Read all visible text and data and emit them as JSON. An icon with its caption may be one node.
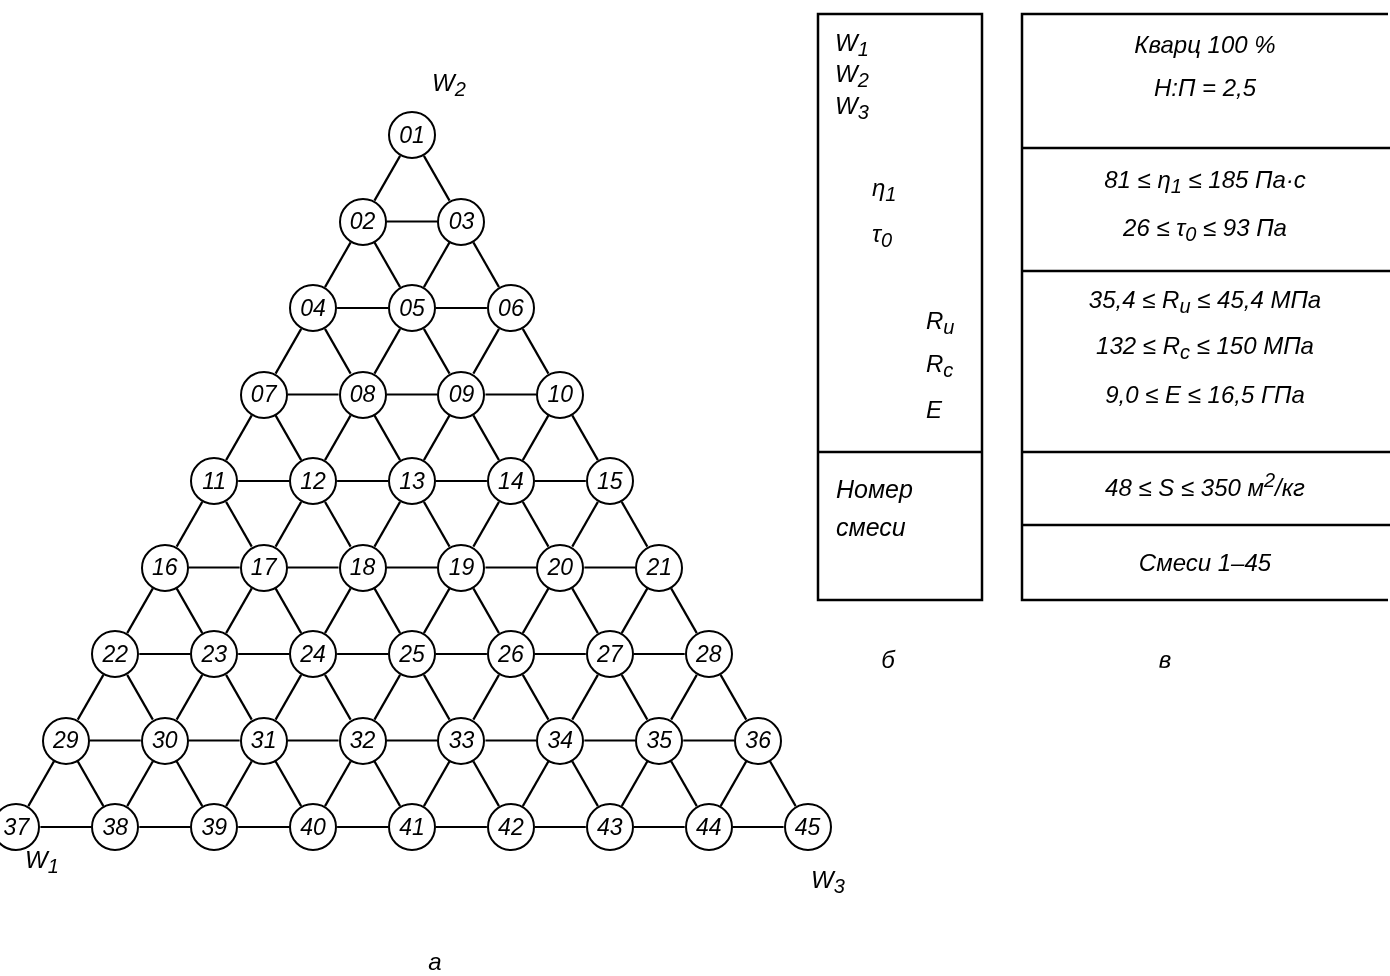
{
  "diagram": {
    "nodes": [
      {
        "text": [
          "01"
        ]
      },
      {
        "text": [
          "02"
        ]
      },
      {
        "text": [
          "03"
        ]
      },
      {
        "text": [
          "04"
        ]
      },
      {
        "text": [
          "05"
        ]
      },
      {
        "text": [
          "06"
        ]
      },
      {
        "text": [
          "07"
        ]
      },
      {
        "text": [
          "08"
        ]
      },
      {
        "text": [
          "09"
        ]
      },
      {
        "text": [
          "10"
        ]
      },
      {
        "text": [
          "11"
        ]
      },
      {
        "text": [
          "12"
        ]
      },
      {
        "text": [
          "13"
        ]
      },
      {
        "text": [
          "14"
        ]
      },
      {
        "text": [
          "15"
        ]
      },
      {
        "text": [
          "16"
        ]
      },
      {
        "text": [
          "17"
        ]
      },
      {
        "text": [
          "18"
        ]
      },
      {
        "text": [
          "19"
        ]
      },
      {
        "text": [
          "20"
        ]
      },
      {
        "text": [
          "21"
        ]
      },
      {
        "text": [
          "22"
        ]
      },
      {
        "text": [
          "23"
        ]
      },
      {
        "text": [
          "24"
        ]
      },
      {
        "text": [
          "25"
        ]
      },
      {
        "text": [
          "26"
        ]
      },
      {
        "text": [
          "27"
        ]
      },
      {
        "text": [
          "28"
        ]
      },
      {
        "text": [
          "29"
        ]
      },
      {
        "text": [
          "30"
        ]
      },
      {
        "text": [
          "31"
        ]
      },
      {
        "text": [
          "32"
        ]
      },
      {
        "text": [
          "33"
        ]
      },
      {
        "text": [
          "34"
        ]
      },
      {
        "text": [
          "35"
        ]
      },
      {
        "text": [
          "36"
        ]
      },
      {
        "text": [
          "37"
        ]
      },
      {
        "text": [
          "38"
        ]
      },
      {
        "text": [
          "39"
        ]
      },
      {
        "text": [
          "40"
        ]
      },
      {
        "text": [
          "41"
        ]
      },
      {
        "text": [
          "42"
        ]
      },
      {
        "text": [
          "43"
        ]
      },
      {
        "text": [
          "44"
        ]
      },
      {
        "text": [
          "45"
        ]
      }
    ],
    "edges": [
      {
        "from": 0,
        "to": 1,
        "arrow": "none"
      },
      {
        "from": 0,
        "to": 2,
        "arrow": "none"
      },
      {
        "from": 1,
        "to": 2,
        "arrow": "none"
      },
      {
        "from": 1,
        "to": 3,
        "arrow": "none"
      },
      {
        "from": 1,
        "to": 4,
        "arrow": "none"
      },
      {
        "from": 2,
        "to": 4,
        "arrow": "none"
      },
      {
        "from": 2,
        "to": 5,
        "arrow": "none"
      },
      {
        "from": 3,
        "to": 4,
        "arrow": "none"
      },
      {
        "from": 4,
        "to": 5,
        "arrow": "none"
      },
      {
        "from": 3,
        "to": 6,
        "arrow": "none"
      },
      {
        "from": 3,
        "to": 7,
        "arrow": "none"
      },
      {
        "from": 4,
        "to": 7,
        "arrow": "none"
      },
      {
        "from": 4,
        "to": 8,
        "arrow": "none"
      },
      {
        "from": 5,
        "to": 8,
        "arrow": "none"
      },
      {
        "from": 5,
        "to": 9,
        "arrow": "none"
      },
      {
        "from": 6,
        "to": 7,
        "arrow": "none"
      },
      {
        "from": 7,
        "to": 8,
        "arrow": "none"
      },
      {
        "from": 8,
        "to": 9,
        "arrow": "none"
      },
      {
        "from": 6,
        "to": 10,
        "arrow": "none"
      },
      {
        "from": 6,
        "to": 11,
        "arrow": "none"
      },
      {
        "from": 7,
        "to": 11,
        "arrow": "none"
      },
      {
        "from": 7,
        "to": 12,
        "arrow": "none"
      },
      {
        "from": 8,
        "to": 12,
        "arrow": "none"
      },
      {
        "from": 8,
        "to": 13,
        "arrow": "none"
      },
      {
        "from": 9,
        "to": 13,
        "arrow": "none"
      },
      {
        "from": 9,
        "to": 14,
        "arrow": "none"
      },
      {
        "from": 10,
        "to": 11,
        "arrow": "none"
      },
      {
        "from": 11,
        "to": 12,
        "arrow": "none"
      },
      {
        "from": 12,
        "to": 13,
        "arrow": "none"
      },
      {
        "from": 13,
        "to": 14,
        "arrow": "none"
      },
      {
        "from": 10,
        "to": 15,
        "arrow": "none"
      },
      {
        "from": 10,
        "to": 16,
        "arrow": "none"
      },
      {
        "from": 11,
        "to": 16,
        "arrow": "none"
      },
      {
        "from": 11,
        "to": 17,
        "arrow": "none"
      },
      {
        "from": 12,
        "to": 17,
        "arrow": "none"
      },
      {
        "from": 12,
        "to": 18,
        "arrow": "none"
      },
      {
        "from": 13,
        "to": 18,
        "arrow": "none"
      },
      {
        "from": 13,
        "to": 19,
        "arrow": "none"
      },
      {
        "from": 14,
        "to": 19,
        "arrow": "none"
      },
      {
        "from": 14,
        "to": 20,
        "arrow": "none"
      },
      {
        "from": 15,
        "to": 16,
        "arrow": "none"
      },
      {
        "from": 16,
        "to": 17,
        "arrow": "none"
      },
      {
        "from": 17,
        "to": 18,
        "arrow": "none"
      },
      {
        "from": 18,
        "to": 19,
        "arrow": "none"
      },
      {
        "from": 19,
        "to": 20,
        "arrow": "none"
      },
      {
        "from": 15,
        "to": 21,
        "arrow": "none"
      },
      {
        "from": 15,
        "to": 22,
        "arrow": "none"
      },
      {
        "from": 16,
        "to": 22,
        "arrow": "none"
      },
      {
        "from": 16,
        "to": 23,
        "arrow": "none"
      },
      {
        "from": 17,
        "to": 23,
        "arrow": "none"
      },
      {
        "from": 17,
        "to": 24,
        "arrow": "none"
      },
      {
        "from": 18,
        "to": 24,
        "arrow": "none"
      },
      {
        "from": 18,
        "to": 25,
        "arrow": "none"
      },
      {
        "from": 19,
        "to": 25,
        "arrow": "none"
      },
      {
        "from": 19,
        "to": 26,
        "arrow": "none"
      },
      {
        "from": 20,
        "to": 26,
        "arrow": "none"
      },
      {
        "from": 20,
        "to": 27,
        "arrow": "none"
      },
      {
        "from": 21,
        "to": 22,
        "arrow": "none"
      },
      {
        "from": 22,
        "to": 23,
        "arrow": "none"
      },
      {
        "from": 23,
        "to": 24,
        "arrow": "none"
      },
      {
        "from": 24,
        "to": 25,
        "arrow": "none"
      },
      {
        "from": 25,
        "to": 26,
        "arrow": "none"
      },
      {
        "from": 26,
        "to": 27,
        "arrow": "none"
      },
      {
        "from": 21,
        "to": 28,
        "arrow": "none"
      },
      {
        "from": 21,
        "to": 29,
        "arrow": "none"
      },
      {
        "from": 22,
        "to": 29,
        "arrow": "none"
      },
      {
        "from": 22,
        "to": 30,
        "arrow": "none"
      },
      {
        "from": 23,
        "to": 30,
        "arrow": "none"
      },
      {
        "from": 23,
        "to": 31,
        "arrow": "none"
      },
      {
        "from": 24,
        "to": 31,
        "arrow": "none"
      },
      {
        "from": 24,
        "to": 32,
        "arrow": "none"
      },
      {
        "from": 25,
        "to": 32,
        "arrow": "none"
      },
      {
        "from": 25,
        "to": 33,
        "arrow": "none"
      },
      {
        "from": 26,
        "to": 33,
        "arrow": "none"
      },
      {
        "from": 26,
        "to": 34,
        "arrow": "none"
      },
      {
        "from": 27,
        "to": 34,
        "arrow": "none"
      },
      {
        "from": 27,
        "to": 35,
        "arrow": "none"
      },
      {
        "from": 28,
        "to": 29,
        "arrow": "none"
      },
      {
        "from": 29,
        "to": 30,
        "arrow": "none"
      },
      {
        "from": 30,
        "to": 31,
        "arrow": "none"
      },
      {
        "from": 31,
        "to": 32,
        "arrow": "none"
      },
      {
        "from": 32,
        "to": 33,
        "arrow": "none"
      },
      {
        "from": 33,
        "to": 34,
        "arrow": "none"
      },
      {
        "from": 34,
        "to": 35,
        "arrow": "none"
      },
      {
        "from": 28,
        "to": 36,
        "arrow": "none"
      },
      {
        "from": 28,
        "to": 37,
        "arrow": "none"
      },
      {
        "from": 29,
        "to": 37,
        "arrow": "none"
      },
      {
        "from": 29,
        "to": 38,
        "arrow": "none"
      },
      {
        "from": 30,
        "to": 38,
        "arrow": "none"
      },
      {
        "from": 30,
        "to": 39,
        "arrow": "none"
      },
      {
        "from": 31,
        "to": 39,
        "arrow": "none"
      },
      {
        "from": 31,
        "to": 40,
        "arrow": "none"
      },
      {
        "from": 32,
        "to": 40,
        "arrow": "none"
      },
      {
        "from": 32,
        "to": 41,
        "arrow": "none"
      },
      {
        "from": 33,
        "to": 41,
        "arrow": "none"
      },
      {
        "from": 33,
        "to": 42,
        "arrow": "none"
      },
      {
        "from": 34,
        "to": 42,
        "arrow": "none"
      },
      {
        "from": 34,
        "to": 43,
        "arrow": "none"
      },
      {
        "from": 35,
        "to": 43,
        "arrow": "none"
      },
      {
        "from": 35,
        "to": 44,
        "arrow": "none"
      },
      {
        "from": 36,
        "to": 37,
        "arrow": "none"
      },
      {
        "from": 37,
        "to": 38,
        "arrow": "none"
      },
      {
        "from": 38,
        "to": 39,
        "arrow": "none"
      },
      {
        "from": 39,
        "to": 40,
        "arrow": "none"
      },
      {
        "from": 40,
        "to": 41,
        "arrow": "none"
      },
      {
        "from": 41,
        "to": 42,
        "arrow": "none"
      },
      {
        "from": 42,
        "to": 43,
        "arrow": "none"
      },
      {
        "from": 43,
        "to": 44,
        "arrow": "none"
      }
    ],
    "labels": [
      "W$_{2}$",
      "W$_{1}$",
      "W$_{2}$",
      "W$_{3}$",
      "η$_{1}$",
      "τ$_{0}$",
      "R$_{и}$",
      "R$_{с}$",
      "E",
      "Номер смеси",
      "Кварц 100 %",
      "Н:П = 2,5",
      "81 ≤ η$_{1}$ ≤ 185 Па·с",
      "26 ≤ τ$_{0}$ ≤ 93 Па",
      "35,4 ≤ R$_{и}$ ≤ 45,4 МПа",
      "132 ≤ R$_{с}$ ≤ 150 МПа",
      "9,0 ≤ E ≤ 16,5 ГПа",
      "48 ≤ S ≤ 350 м$^{2}$/кг",
      "Смеси 1–45",
      "б",
      "в",
      "W$_{1}$",
      "W$_{3}$",
      "а"
    ]
  }
}
